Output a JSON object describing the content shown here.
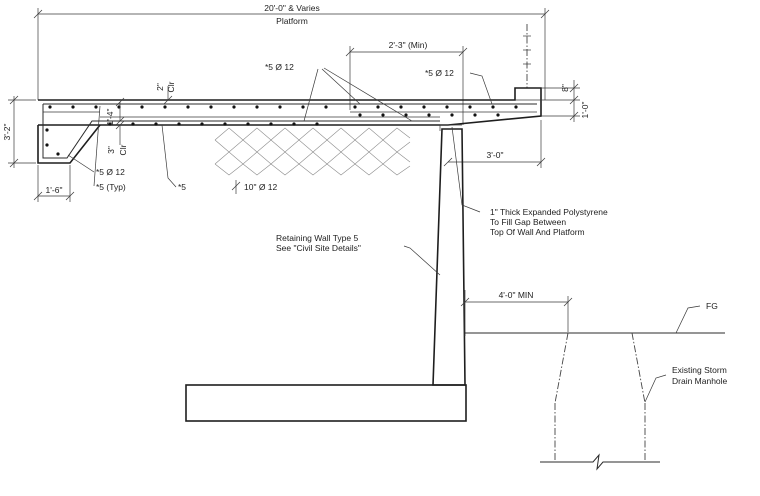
{
  "labels": {
    "overall_length": "20'-0\" & Varies",
    "platform": "Platform",
    "min_overhang": "2'-3\" (Min)",
    "bar_top_left": "*5 Ø 12",
    "bar_top_right": "*5 Ø 12",
    "cover_top_value": "2\"",
    "cover_top_unit": "Clr",
    "cover_bottom_value": "3\"",
    "cover_bottom_unit": "Clr",
    "depth_step": "1'-4\"",
    "depth_total": "3'-2\"",
    "curb_height": "8\"",
    "slab_end_thickness": "1'-0\"",
    "bearing_length": "3'-0\"",
    "bar_edge": "*5 Ø 12",
    "bar_edge_typ": "*5 (Typ)",
    "bar_bottom_size": "*5",
    "bar_bottom_spacing": "10\" Ø 12",
    "toe_width": "1'-6\"",
    "polystyrene_line1": "1\" Thick Expanded Polystyrene",
    "polystyrene_line2": "To Fill Gap Between",
    "polystyrene_line3": "Top Of Wall And Platform",
    "wall_line1": "Retaining Wall Type 5",
    "wall_line2": "See \"Civil Site Details\"",
    "clearance": "4'-0\" MIN",
    "grade": "FG",
    "manhole_line1": "Existing Storm",
    "manhole_line2": "Drain Manhole"
  }
}
